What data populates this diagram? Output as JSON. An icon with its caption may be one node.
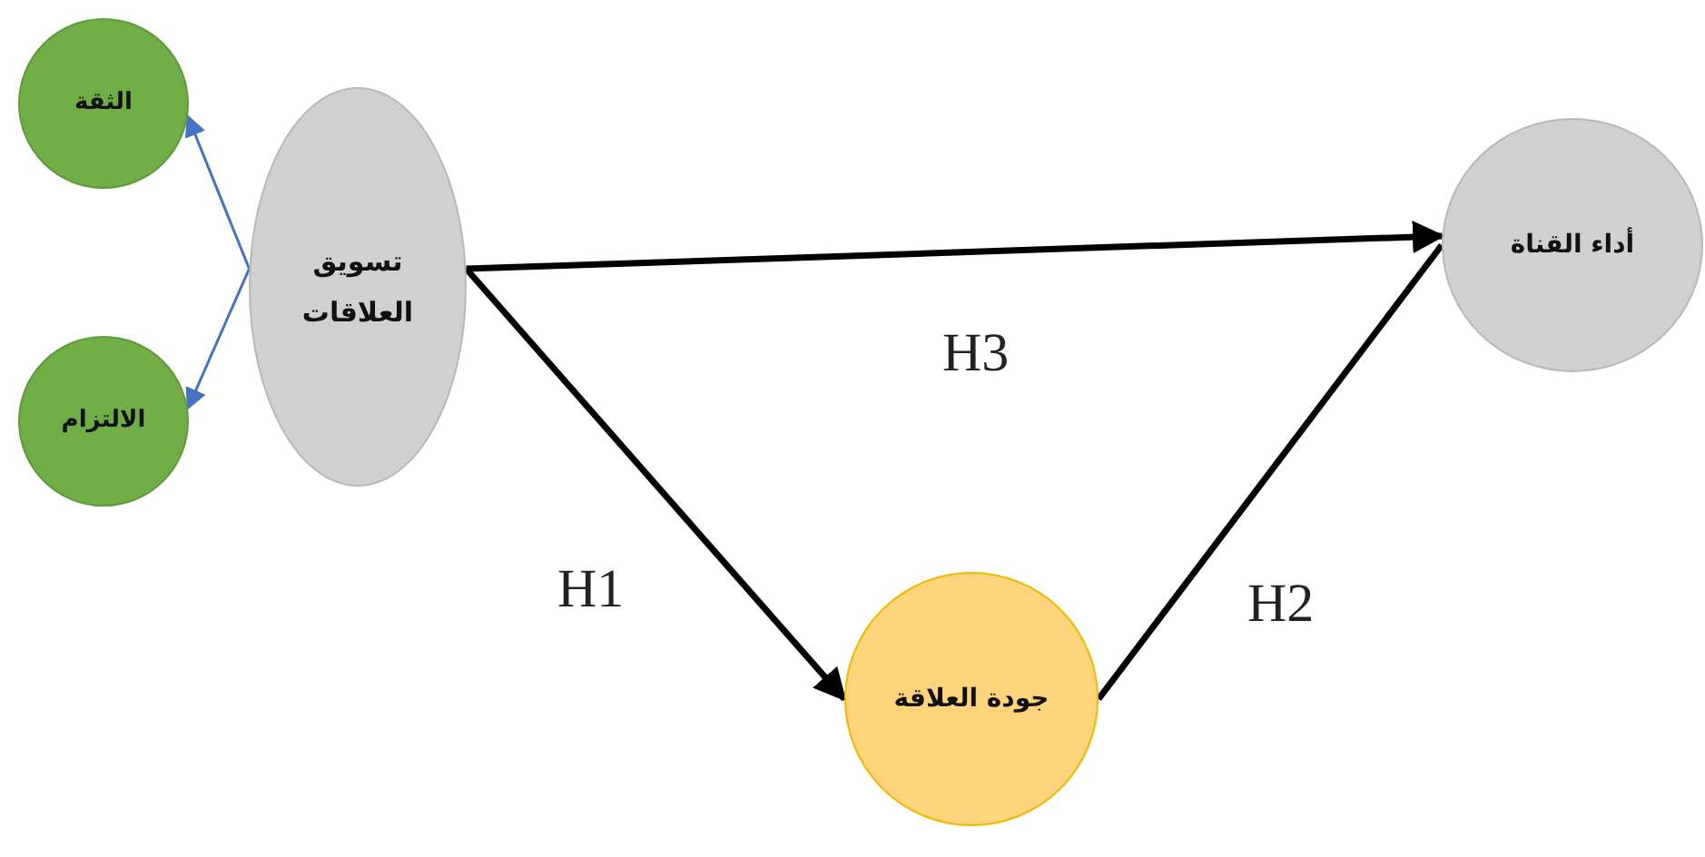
{
  "diagram": {
    "nodes": [
      {
        "text": [
          "الثقة"
        ]
      },
      {
        "text": [
          "الالتزام"
        ]
      },
      {
        "text": [
          "تسويق العلاقات"
        ]
      },
      {
        "text": [
          "أداء القناة"
        ]
      },
      {
        "text": [
          "جودة العلاقة"
        ]
      }
    ],
    "edges": [
      {
        "from": 2,
        "to": 0,
        "arrow": "to",
        "color": "#4472c4"
      },
      {
        "from": 2,
        "to": 1,
        "arrow": "to",
        "color": "#4472c4"
      },
      {
        "from": 2,
        "to": 3,
        "arrow": "to",
        "label": "H3"
      },
      {
        "from": 2,
        "to": 4,
        "arrow": "to",
        "label": "H1"
      },
      {
        "from": 4,
        "to": 3,
        "arrow": "none",
        "label": "H2"
      }
    ]
  }
}
